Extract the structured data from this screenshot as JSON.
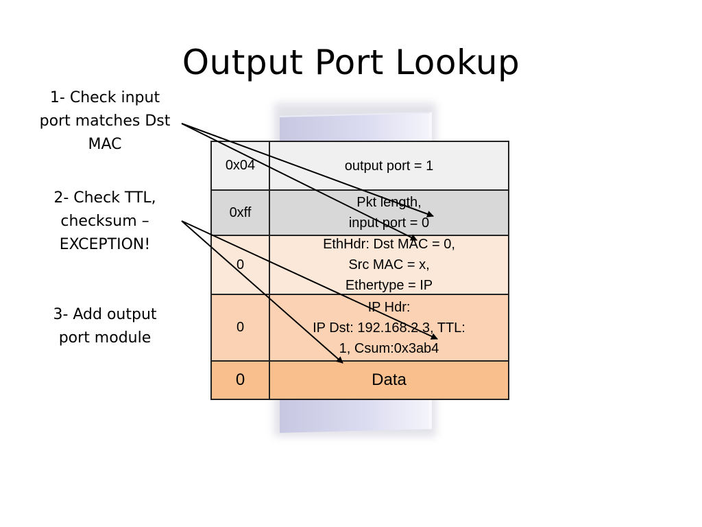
{
  "title": "Output Port Lookup",
  "steps": [
    {
      "lines": [
        "1- Check input",
        "port matches Dst",
        "MAC"
      ]
    },
    {
      "lines": [
        "2- Check TTL,",
        "checksum –",
        "EXCEPTION!"
      ]
    },
    {
      "lines": [
        "3- Add output",
        "port module"
      ]
    }
  ],
  "table": {
    "rows": [
      {
        "a": "0x04",
        "b": [
          "output port = 1"
        ]
      },
      {
        "a": "0xff",
        "b": [
          "Pkt length,",
          "input port = 0"
        ]
      },
      {
        "a": "0",
        "b": [
          "EthHdr: Dst MAC = 0,",
          "Src MAC = x,",
          "Ethertype = IP"
        ]
      },
      {
        "a": "0",
        "b": [
          "IP Hdr:",
          "IP Dst: 192.168.2.3, TTL:",
          "1, Csum:0x3ab4"
        ]
      },
      {
        "a": "0",
        "b": [
          "Data"
        ]
      }
    ]
  },
  "colors": {
    "row1": "#f0f0f0",
    "row2": "#d8d8d8",
    "row3": "#fce8d8",
    "row4": "#fbd3b4",
    "row5": "#f9bf8d",
    "panel": "#d0d0ea"
  }
}
